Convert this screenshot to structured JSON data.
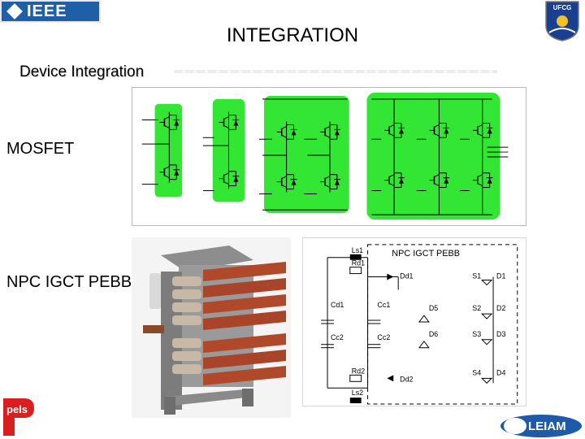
{
  "header": {
    "ieee_logo": "IEEE",
    "ufcg_logo": "UFCG",
    "title": "INTEGRATION"
  },
  "subtitle": "Device Integration",
  "sections": {
    "mosfet_label": "MOSFET",
    "igct_label": "NPC IGCT PEBB"
  },
  "schematic": {
    "title": "NPC IGCT PEBB",
    "labels": {
      "ls1": "Ls1",
      "rd1": "Rd1",
      "dd1": "Dd1",
      "cd1": "Cd1",
      "cc1": "Cc1",
      "cc2_left": "Cc2",
      "cc2_mid": "Cc2",
      "d5": "D5",
      "d6": "D6",
      "s1": "S1",
      "d1": "D1",
      "s2": "S2",
      "d2": "D2",
      "s3": "S3",
      "d3": "D3",
      "s4": "S4",
      "d4": "D4",
      "rd2": "Rd2",
      "dd2": "Dd2",
      "ls2": "Ls2"
    }
  },
  "footer": {
    "pels_logo": "pels",
    "leiam_logo": "LEIAM"
  },
  "colors": {
    "module_green": "#33e633",
    "ieee_blue": "#1f5fa8",
    "pels_red": "#d81e1e"
  }
}
